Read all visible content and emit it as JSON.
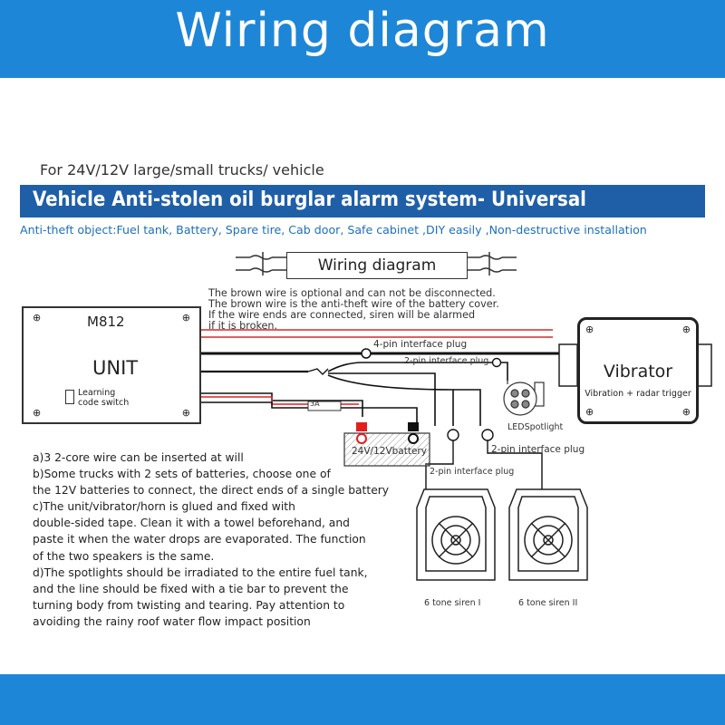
{
  "header": {
    "title": "Wiring diagram"
  },
  "subheading": "For 24V/12V large/small trucks/ vehicle",
  "banner": "Vehicle Anti-stolen oil burglar alarm system- Universal",
  "objects_line": "Anti-theft object:Fuel tank, Battery, Spare tire, Cab door, Safe cabinet ,DIY easily ,Non-destructive installation",
  "diagram_box": "Wiring diagram",
  "notes": [
    "The brown wire is optional and can not be disconnected.",
    "The brown wire is the anti-theft wire of the battery cover.",
    "If the wire ends are connected, siren will be alarmed",
    "if it is broken."
  ],
  "unit": {
    "model": "M812",
    "name": "UNIT",
    "switch_line1": "Learning",
    "switch_line2": "code switch"
  },
  "vibrator": {
    "name": "Vibrator",
    "subtitle": "Vibration + radar trigger"
  },
  "labels": {
    "plug4": "4-pin interface plug",
    "plug2_top": "2-pin interface plug",
    "plug2_right": "2-pin interface plug",
    "plug2_left": "2-pin interface plug",
    "fuse": "3A",
    "battery": "24V/12Vbattery",
    "led": "LEDSpotlight",
    "siren1": "6 tone siren I",
    "siren2": "6 tone siren II"
  },
  "instructions": [
    "a)3 2-core wire can be inserted at will",
    "b)Some trucks with 2 sets of batteries, choose  one of",
    "  the 12V batteries to connect, the direct   ends of a single battery",
    "c)The unit/vibrator/horn is glued and fixed with",
    "  double-sided tape. Clean it with a towel beforehand,   and",
    "  paste it when the water drops are evaporated.   The function",
    "  of the two speakers is the same.",
    "d)The spotlights should be irradiated to the  entire fuel tank,",
    "  and the line should be fixed  with a tie bar to prevent the",
    "  turning body from  twisting and tearing. Pay attention to",
    "  avoiding  the rainy roof water flow impact position"
  ],
  "colors": {
    "blue_bar": "#1d86d6",
    "banner": "#1f5fa8",
    "objects_text": "#1f6fb8",
    "red_wire": "#e02020"
  }
}
